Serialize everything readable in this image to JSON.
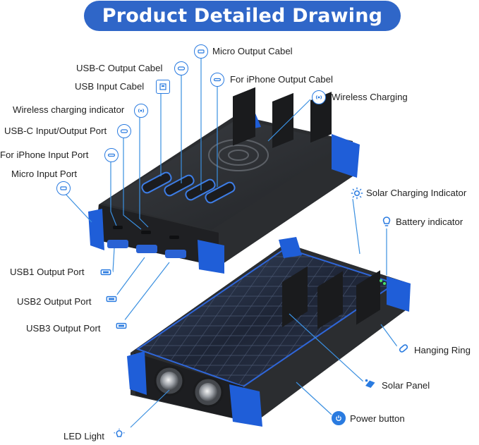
{
  "title": "Product Detailed Drawing",
  "labels": {
    "micro_output": "Micro Output Cabel",
    "usbc_output": "USB-C  Output Cabel",
    "iphone_output": "For iPhone Output Cabel",
    "usb_input": "USB  Input Cabel",
    "wireless_charging": "Wireless Charging",
    "wireless_indicator": "Wireless charging indicator",
    "usbc_io_port": "USB-C  Input/Output Port",
    "iphone_input": "For iPhone  Input Port",
    "micro_input": "Micro  Input Port",
    "solar_indicator": "Solar Charging Indicator",
    "battery_indicator": "Battery indicator",
    "usb1": "USB1 Output Port",
    "usb2": "USB2 Output Port",
    "usb3": "USB3 Output Port",
    "hanging_ring": "Hanging Ring",
    "solar_panel": "Solar Panel",
    "power_button": "Power button",
    "led_light": "LED Light"
  },
  "colors": {
    "accent": "#2f66c8",
    "icon_blue": "#2a7be0",
    "bumper_blue": "#1f5ed8",
    "body_dark": "#2b2d30",
    "leader_line": "#3a8fe0"
  },
  "icons": [
    "micro-usb-icon",
    "usb-c-icon",
    "lightning-icon",
    "usb-a-icon",
    "wireless-icon",
    "sun-icon",
    "bulb-icon",
    "usb-port-icon",
    "ring-icon",
    "panel-icon",
    "power-icon",
    "flashlight-icon"
  ]
}
